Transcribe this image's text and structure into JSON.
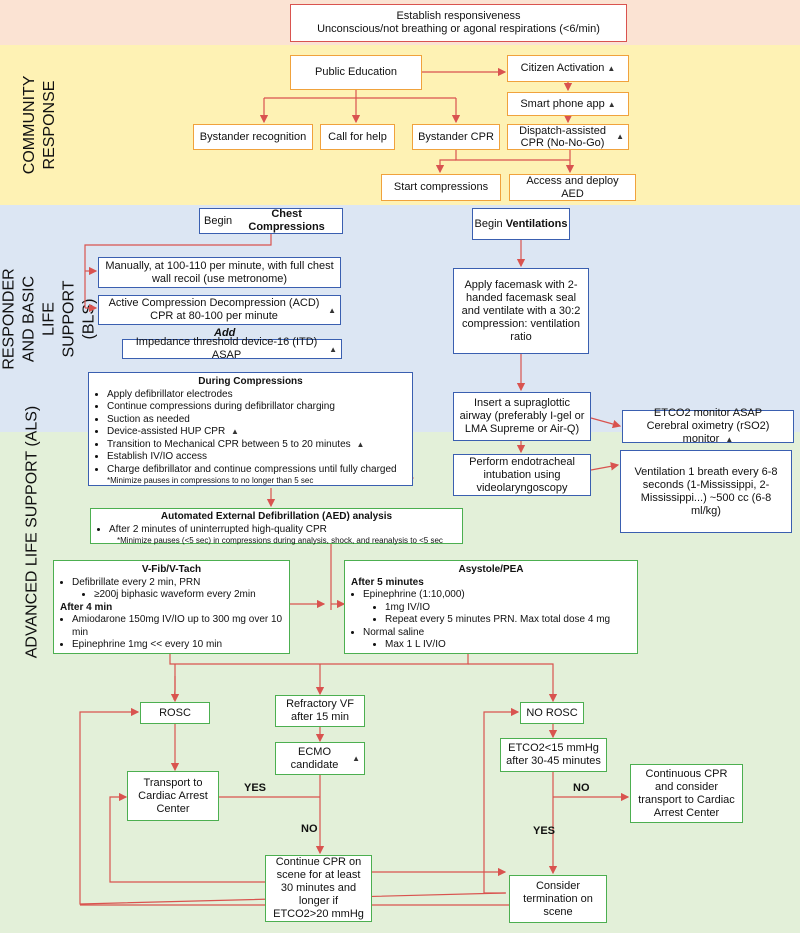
{
  "colors": {
    "top_band": "#fbe3d3",
    "community_band": "#fef2b4",
    "bls_band": "#dce6f3",
    "als_band": "#e3f0d9",
    "arrow": "#d9534f"
  },
  "warning_icon": "warning-triangle-icon",
  "top": {
    "line1": "Establish responsiveness",
    "line2": "Unconscious/not breathing or agonal respirations (<6/min)"
  },
  "sections": {
    "community": "COMMUNITY RESPONSE",
    "bls": "FIRST RESPONDER AND BASIC LIFE SUPPORT (BLS)",
    "als": "ADVANCED LIFE SUPPORT (ALS)"
  },
  "community": {
    "public_education": "Public Education",
    "bystander_recognition": "Bystander recognition",
    "call_for_help": "Call for help",
    "bystander_cpr": "Bystander CPR",
    "citizen_activation": "Citizen Activation",
    "smart_phone_app": "Smart phone app",
    "dispatch_cpr": "Dispatch-assisted CPR (No-No-Go)",
    "start_compressions": "Start compressions",
    "access_aed": "Access and deploy AED"
  },
  "bls": {
    "begin_compressions_pre": "Begin ",
    "begin_compressions_bold": "Chest Compressions",
    "begin_ventilations_pre": "Begin ",
    "begin_ventilations_bold": "Ventilations",
    "manual": "Manually, at 100-110 per minute, with full chest wall recoil (use metronome)",
    "acd": "Active Compression Decompression (ACD) CPR at 80-100 per minute",
    "add": "Add",
    "itd": "Impedance threshold device-16 (ITD) ASAP",
    "facemask": "Apply facemask with 2-handed facemask seal and ventilate with a 30:2 compression: ventilation ratio"
  },
  "during": {
    "title": "During Compressions",
    "items": [
      "Apply defibrillator electrodes",
      "Continue compressions during defibrillator charging",
      "Suction as needed",
      "Device-assisted HUP CPR",
      "Transition to Mechanical CPR between 5 to 20 minutes",
      "Establish IV/IO access",
      "Charge defibrillator and continue compressions until fully charged"
    ],
    "note": "*Minimize pauses in compressions to no longer than 5 sec"
  },
  "airway": {
    "supraglottic": "Insert a supraglottic airway (preferably I-gel or LMA Supreme or Air-Q)",
    "etco2": "ETCO2 monitor ASAP",
    "oximetry": "Cerebral oximetry (rSO2) monitor",
    "intubation": "Perform endotracheal intubation using videolaryngoscopy",
    "ventilation": "Ventilation 1 breath every 6-8 seconds (1-Mississippi, 2-Mississippi...) ~500 cc (6-8 ml/kg)"
  },
  "aed": {
    "title": "Automated External Defibrillation (AED) analysis",
    "item": "After 2 minutes of uninterrupted high-quality CPR",
    "note": "*Minimize pauses (<5 sec) in compressions during analysis, shock, and reanalysis to <5 sec"
  },
  "vfib": {
    "title": "V-Fib/V-Tach",
    "item1": "Defibrillate every 2 min, PRN",
    "item1_sub": "≥200j biphasic waveform every 2min",
    "after": "After 4 min",
    "item2": "Amiodarone 150mg IV/IO up to 300 mg over 10 min",
    "item3": "Epinephrine 1mg << every 10 min"
  },
  "asystole": {
    "title": "Asystole/PEA",
    "after": "After 5 minutes",
    "item1": "Epinephrine (1:10,000)",
    "item1_sub1": "1mg IV/IO",
    "item1_sub2": "Repeat every 5 minutes PRN. Max total dose 4 mg",
    "item2": "Normal saline",
    "item2_sub": "Max 1 L IV/IO"
  },
  "outcomes": {
    "rosc": "ROSC",
    "refractory": "Refractory VF after 15 min",
    "no_rosc": "NO ROSC",
    "ecmo": "ECMO candidate",
    "etco2_low": "ETCO2<15 mmHg after 30-45 minutes",
    "transport": "Transport to Cardiac Arrest Center",
    "continuous_cpr": "Continuous CPR and consider transport to Cardiac Arrest Center",
    "continue_cpr": "Continue CPR on scene for at least 30 minutes and longer if ETCO2>20 mmHg",
    "termination": "Consider termination on scene",
    "yes": "YES",
    "no": "NO"
  }
}
